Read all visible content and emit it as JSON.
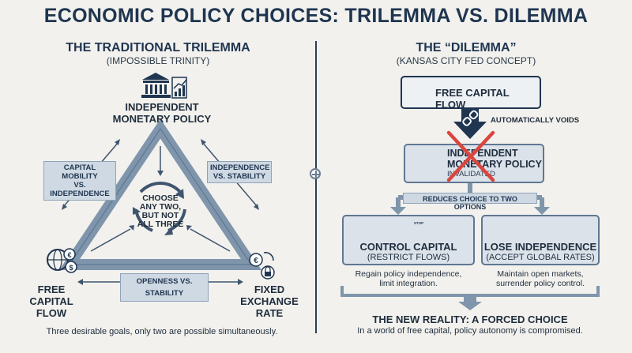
{
  "title": "ECONOMIC POLICY CHOICES: TRILEMMA VS. DILEMMA",
  "left": {
    "heading": "THE TRADITIONAL TRILEMMA",
    "subheading": "(IMPOSSIBLE TRINITY)",
    "top_node": [
      "INDEPENDENT",
      "MONETARY POLICY"
    ],
    "left_node": [
      "FREE",
      "CAPITAL",
      "FLOW"
    ],
    "right_node": [
      "FIXED",
      "EXCHANGE",
      "RATE"
    ],
    "tag_left": [
      "CAPITAL MOBILITY",
      "VS. INDEPENDENCE"
    ],
    "tag_right": [
      "INDEPENDENCE",
      "VS. STABILITY"
    ],
    "tag_bottom": "OPENNESS VS. STABILITY",
    "center": [
      "CHOOSE",
      "ANY TWO,",
      "BUT NOT",
      "ALL THREE"
    ],
    "footer": "Three desirable goals, only two are possible simultaneously."
  },
  "right": {
    "heading": "THE “DILEMMA”",
    "subheading": "(KANSAS CITY FED CONCEPT)",
    "free_capital": "FREE CAPITAL FLOW",
    "voids": "AUTOMATICALLY VOIDS",
    "independent": [
      "INDEPENDENT",
      "MONETARY POLICY"
    ],
    "invalidated": "INVALIDATED",
    "reduces": "REDUCES CHOICE TO TWO OPTIONS",
    "option_a": {
      "title": "CONTROL CAPITAL",
      "sub": "(RESTRICT FLOWS)",
      "desc": [
        "Regain policy independence,",
        "limit integration."
      ],
      "sign": "STOP"
    },
    "option_b": {
      "title": "LOSE INDEPENDENCE",
      "sub": "(ACCEPT GLOBAL RATES)",
      "desc": [
        "Maintain open markets,",
        "surrender policy control."
      ]
    },
    "reality_title": "THE NEW REALITY: A FORCED CHOICE",
    "reality_desc": "In a world of free capital, policy autonomy is compromised."
  },
  "colors": {
    "navy": "#1f3550",
    "steel": "#7f95ab",
    "box_fill": "#dbe2ea",
    "red_x": "#d9463e"
  }
}
